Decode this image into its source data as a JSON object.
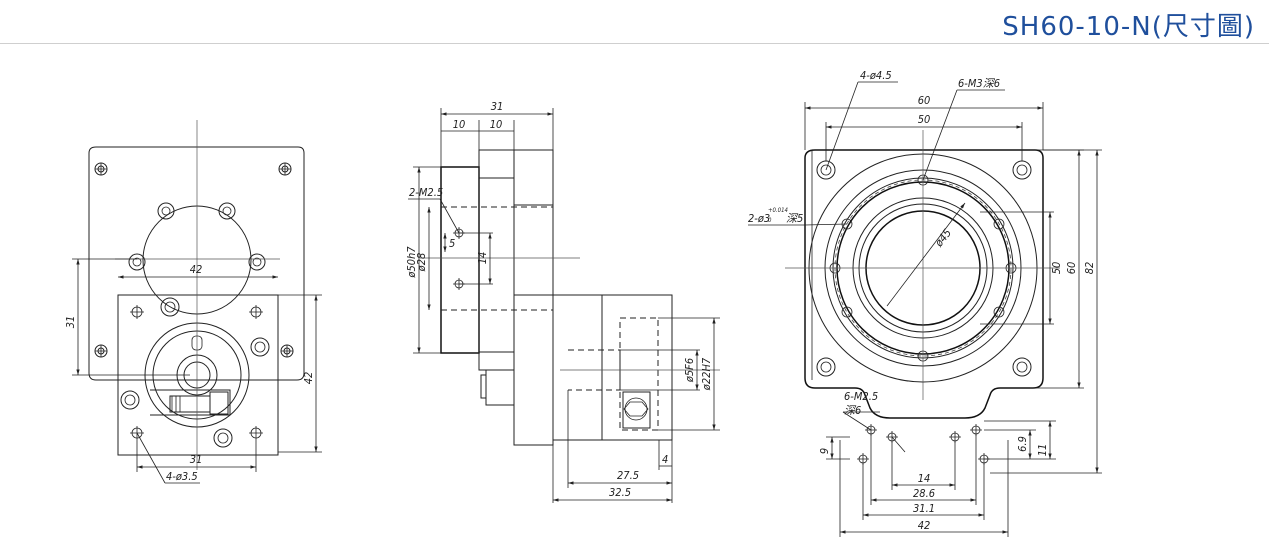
{
  "header": {
    "title": "SH60-10-N(尺寸圖)"
  },
  "front_view": {
    "dims": {
      "d42_top": "42",
      "d31_left": "31",
      "d42_right": "42",
      "d31_bottom": "31",
      "holes": "4-ø3.5"
    }
  },
  "side_view": {
    "dims": {
      "d31": "31",
      "d10a": "10",
      "d10b": "10",
      "m25": "2-M2.5",
      "d5": "5",
      "d14": "14",
      "d50": "ø50h7",
      "d28": "ø28",
      "d5f6": "ø5F6",
      "d22": "ø22H7",
      "d4": "4",
      "d275": "27.5",
      "d325": "32.5"
    }
  },
  "top_view": {
    "dims": {
      "holes45": "4-ø4.5",
      "m3": "6-M3深6",
      "d60": "60",
      "d50": "50",
      "pin": "2-ø3",
      "pin_tol_top": "+0.014",
      "pin_tol_bot": "0",
      "pin_depth": "深5",
      "d45": "ø45",
      "r50": "50",
      "r60": "60",
      "r82": "82",
      "m25": "6-M2.5",
      "m25_depth": "深6",
      "d9": "9",
      "d69": "6.9",
      "d11": "11",
      "d14": "14",
      "d286": "28.6",
      "d311": "31.1",
      "d42": "42"
    }
  }
}
